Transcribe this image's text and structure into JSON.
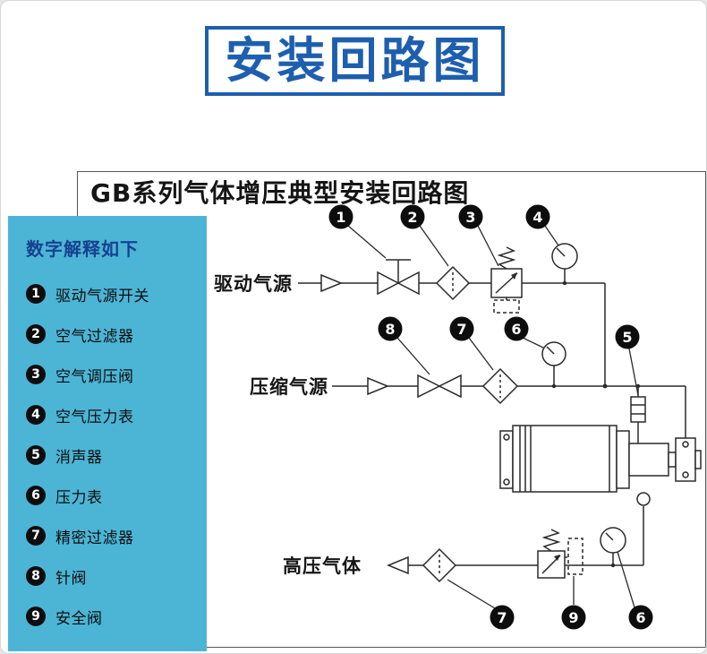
{
  "title": "安装回路图",
  "panel": {
    "header": "GB系列气体增压典型安装回路图"
  },
  "legend": {
    "title": "数字解释如下",
    "items": [
      {
        "num": "1",
        "label": "驱动气源开关"
      },
      {
        "num": "2",
        "label": "空气过滤器"
      },
      {
        "num": "3",
        "label": "空气调压阀"
      },
      {
        "num": "4",
        "label": "空气压力表"
      },
      {
        "num": "5",
        "label": "消声器"
      },
      {
        "num": "6",
        "label": "压力表"
      },
      {
        "num": "7",
        "label": "精密过滤器"
      },
      {
        "num": "8",
        "label": "针阀"
      },
      {
        "num": "9",
        "label": "安全阀"
      }
    ]
  },
  "schematic": {
    "flow_labels": {
      "drive": "驱动气源",
      "compressed": "压缩气源",
      "high_pressure": "高压气体"
    },
    "callouts": {
      "row1": [
        "1",
        "2",
        "3",
        "4"
      ],
      "row2": [
        "8",
        "7",
        "6",
        "5"
      ],
      "row3": [
        "7",
        "9",
        "6"
      ]
    }
  },
  "colors": {
    "title_blue": "#1d5fae",
    "legend_bg": "#4cb5d6",
    "legend_title_blue": "#16418f",
    "line_color": "#2a2a2a"
  }
}
